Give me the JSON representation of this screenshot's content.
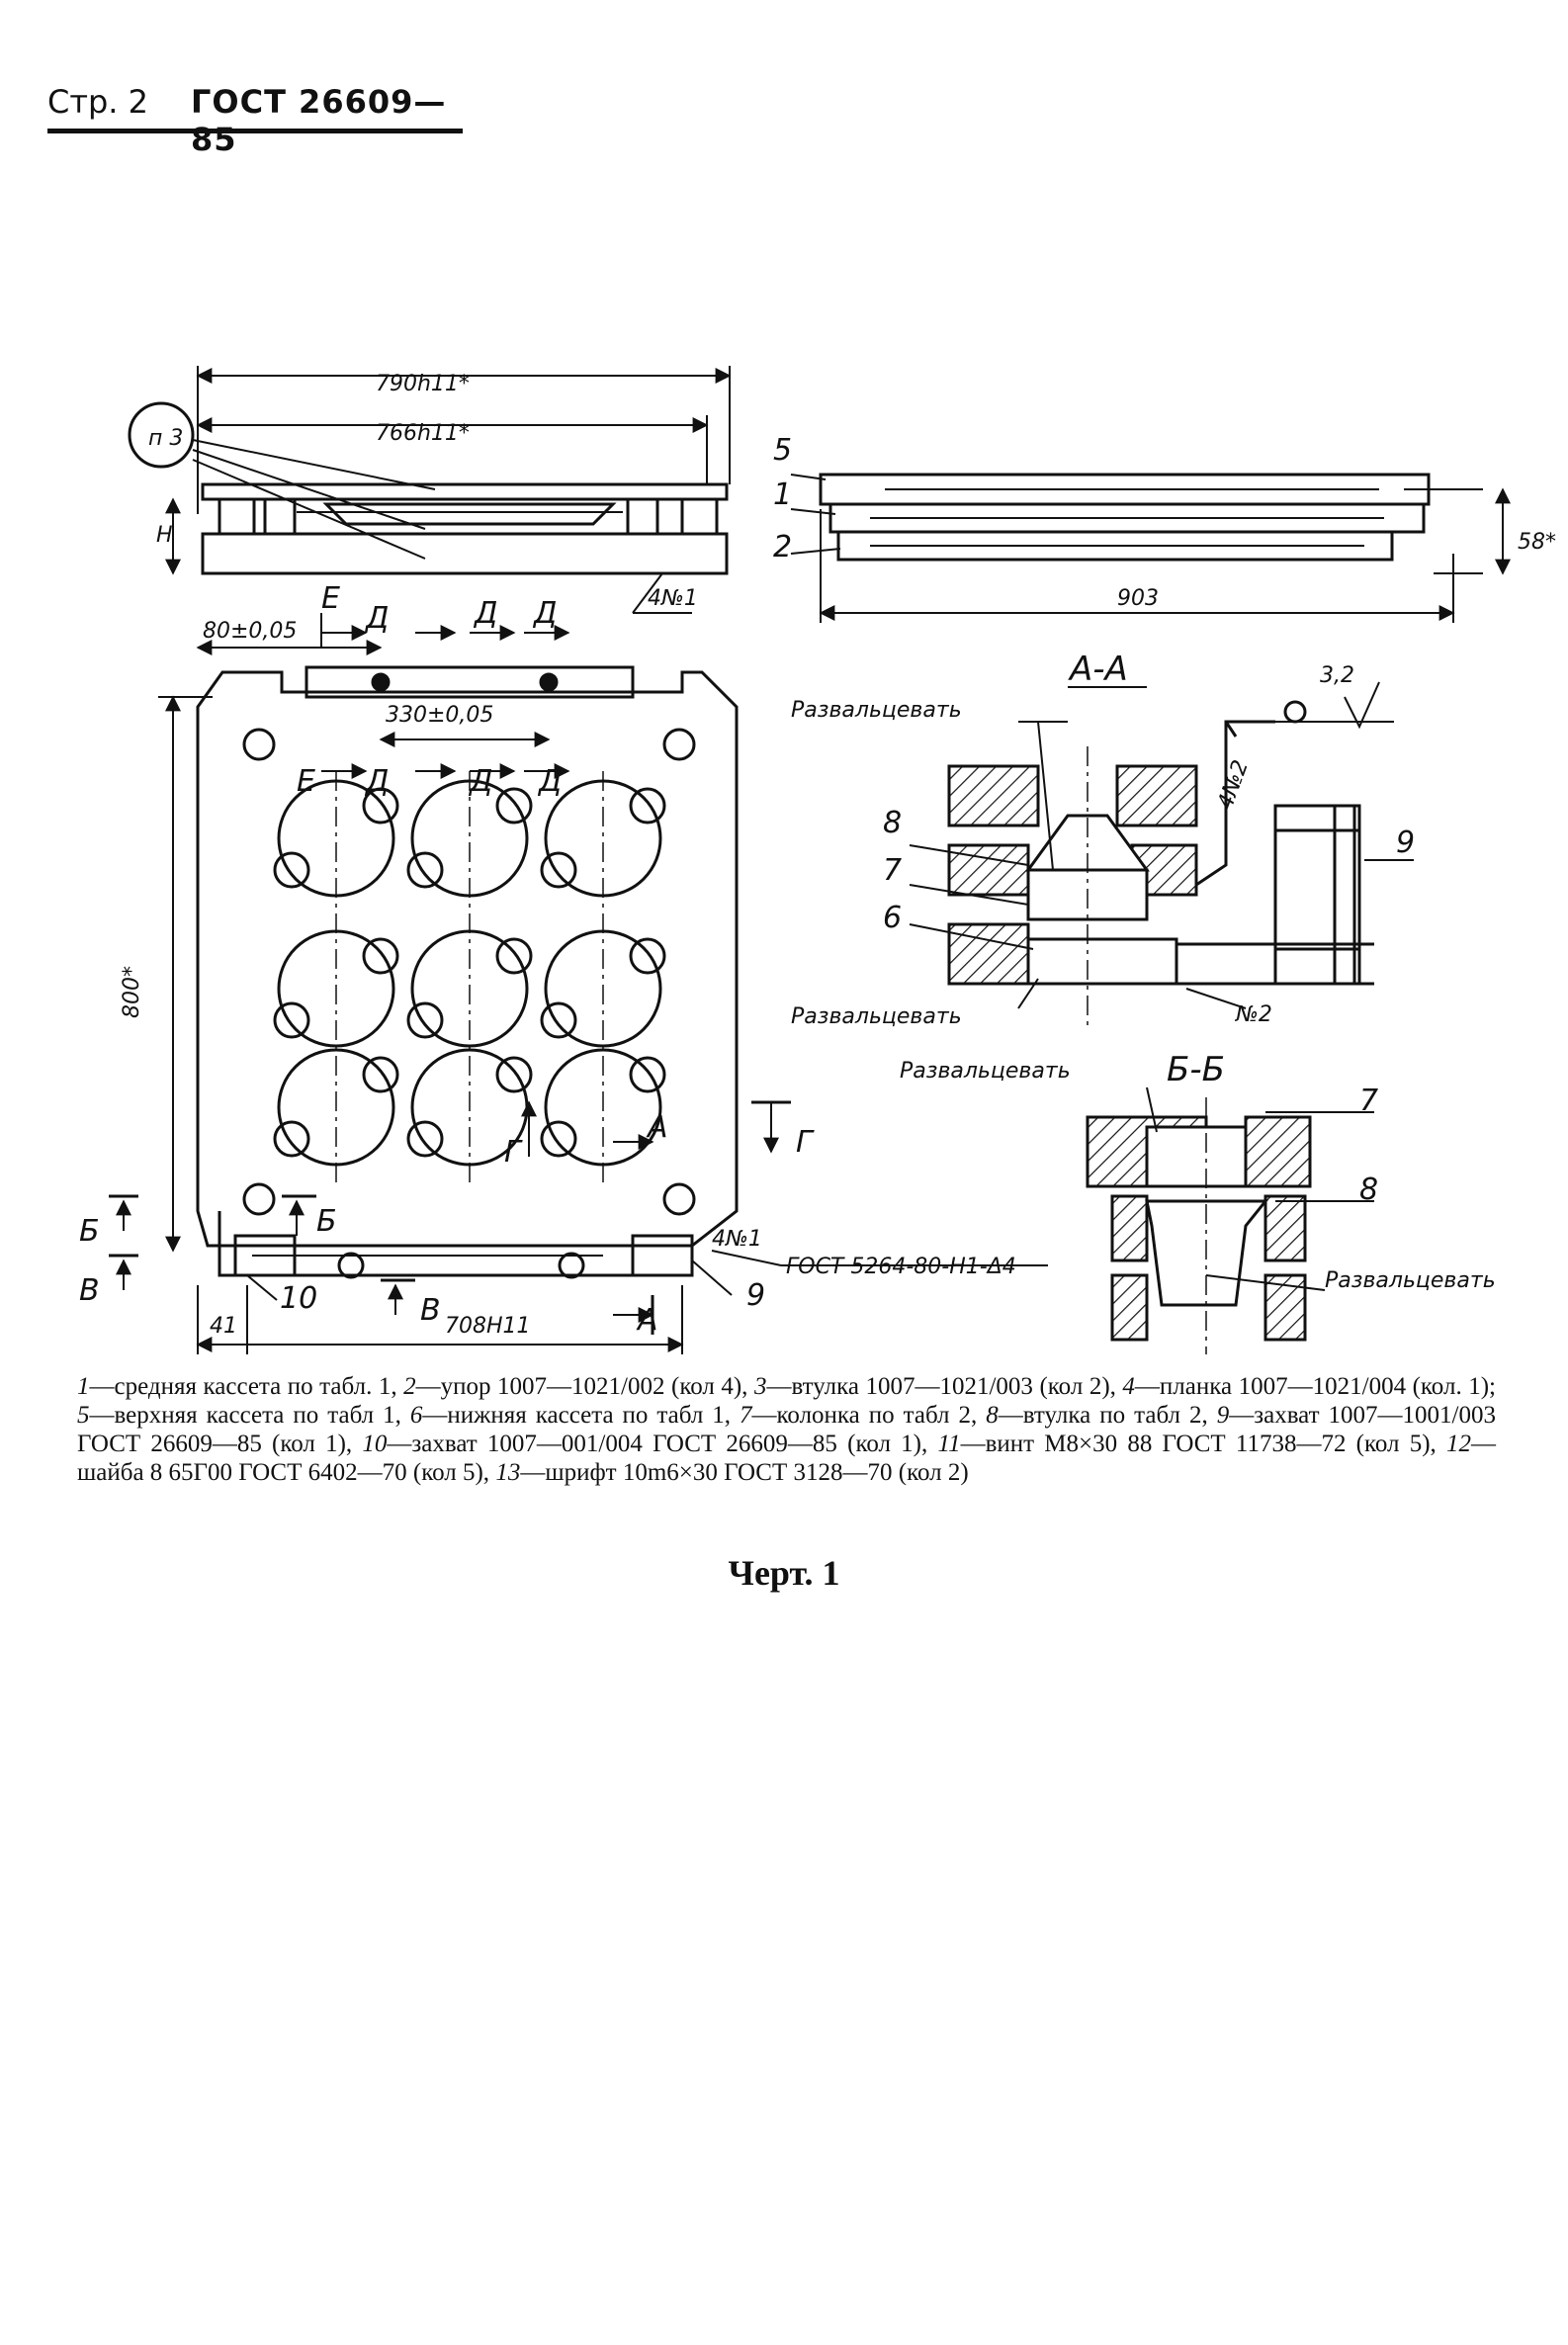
{
  "header": {
    "page": "Стр. 2",
    "standard": "ГОСТ 26609—85"
  },
  "drawing": {
    "top_view": {
      "dim_outer": "790h11*",
      "dim_inner": "766h11*",
      "height_label": "H",
      "circle_label": "п 3",
      "weld": "4№1"
    },
    "side_view": {
      "parts": [
        "5",
        "1",
        "2"
      ],
      "dim_height": "58*",
      "dim_length": "903"
    },
    "plan_view": {
      "dim_e": "80±0,05",
      "dim_pitch": "330±0,05",
      "dim_height": "800*",
      "dim_width": "708H11",
      "dim_41": "41",
      "section_marks": [
        "Е",
        "Д",
        "Д",
        "Д",
        "Е",
        "Д",
        "Д",
        "Д",
        "Г",
        "Г",
        "А",
        "А",
        "Б",
        "Б",
        "В",
        "В"
      ],
      "parts": [
        "10",
        "9"
      ],
      "weld": "4№1",
      "weld_note": "ГОСТ 5264-80-Н1-Δ4"
    },
    "section_aa": {
      "title": "А-А",
      "roughness": "3,2",
      "weld": "4№2",
      "weld2": "№2",
      "note_top": "Развальцевать",
      "note_bottom": "Развальцевать",
      "parts": [
        "8",
        "7",
        "6",
        "9"
      ]
    },
    "section_bb": {
      "title": "Б-Б",
      "note_top": "Развальцевать",
      "note_bottom": "Развальцевать",
      "parts": [
        "7",
        "8"
      ]
    }
  },
  "caption": {
    "items": [
      {
        "num": "1",
        "text": "—средняя кассета по табл. 1, "
      },
      {
        "num": "2",
        "text": "—упор 1007—1021/002 (кол 4), "
      },
      {
        "num": "3",
        "text": "—втулка 1007—1021/003 (кол 2), "
      },
      {
        "num": "4",
        "text": "—планка 1007—1021/004 (кол. 1); "
      },
      {
        "num": "5",
        "text": "—верхняя кассета по табл 1, "
      },
      {
        "num": "6",
        "text": "—нижняя кассета по табл 1, "
      },
      {
        "num": "7",
        "text": "—колонка по табл 2, "
      },
      {
        "num": "8",
        "text": "—втулка по табл 2, "
      },
      {
        "num": "9",
        "text": "—захват 1007—1001/003 ГОСТ 26609—85 (кол 1), "
      },
      {
        "num": "10",
        "text": "—захват 1007—001/004 ГОСТ 26609—85 (кол 1), "
      },
      {
        "num": "11",
        "text": "—винт М8×30 88 ГОСТ 11738—72 (кол 5), "
      },
      {
        "num": "12",
        "text": "—шайба 8 65Г00 ГОСТ 6402—70 (кол 5), "
      },
      {
        "num": "13",
        "text": "—шрифт 10m6×30 ГОСТ 3128—70 (кол 2)"
      }
    ],
    "figure_title": "Черт. 1"
  }
}
